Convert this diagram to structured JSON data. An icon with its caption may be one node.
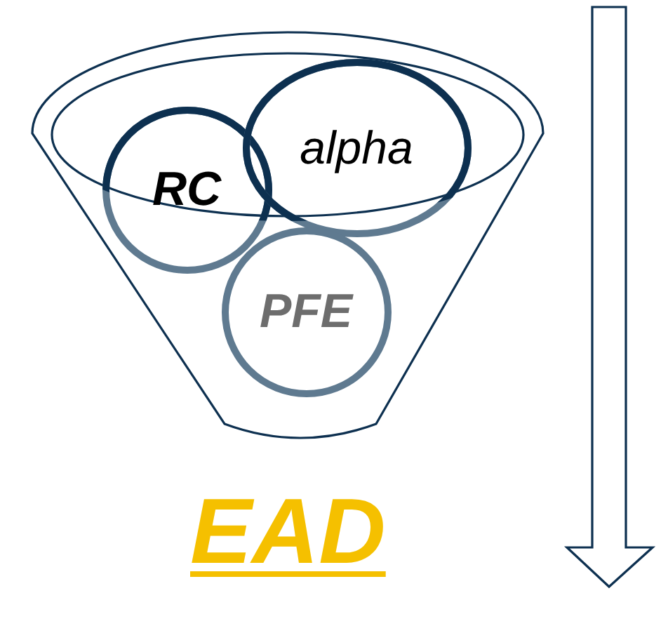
{
  "diagram": {
    "nodes": [
      {
        "text": [
          "RC"
        ]
      },
      {
        "text": [
          "alpha"
        ]
      },
      {
        "text": [
          "PFE"
        ]
      }
    ],
    "labels": [
      "EAD"
    ]
  }
}
